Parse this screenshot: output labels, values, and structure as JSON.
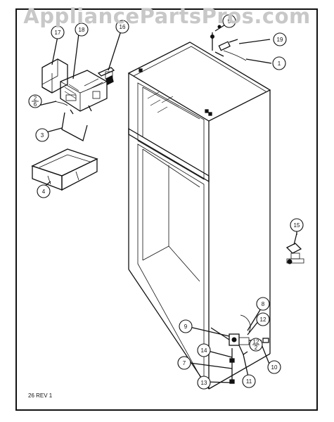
{
  "watermark": "AppliancePartsPros.com",
  "revision_label": "26 REV 1",
  "callouts": [
    {
      "id": "c17",
      "label": "17"
    },
    {
      "id": "c18",
      "label": "18"
    },
    {
      "id": "c16",
      "label": "16"
    },
    {
      "id": "c5",
      "label": "5"
    },
    {
      "id": "c19",
      "label": "19"
    },
    {
      "id": "c1",
      "label": "1"
    },
    {
      "id": "c2",
      "label": "2"
    },
    {
      "id": "c6",
      "label": "6"
    },
    {
      "id": "c3",
      "label": "3"
    },
    {
      "id": "c4",
      "label": "4"
    },
    {
      "id": "c15",
      "label": "15"
    },
    {
      "id": "c8",
      "label": "8"
    },
    {
      "id": "c9",
      "label": "9"
    },
    {
      "id": "c12a",
      "label": "12"
    },
    {
      "id": "c14",
      "label": "14"
    },
    {
      "id": "c12b",
      "label": "12"
    },
    {
      "id": "c2b",
      "label": "2"
    },
    {
      "id": "c7",
      "label": "7"
    },
    {
      "id": "c10",
      "label": "10"
    },
    {
      "id": "c11",
      "label": "11"
    },
    {
      "id": "c13",
      "label": "13"
    }
  ]
}
